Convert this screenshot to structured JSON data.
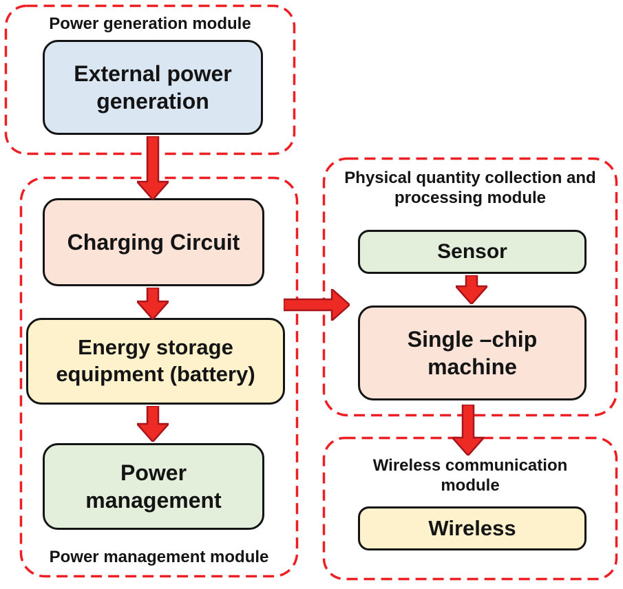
{
  "modules": {
    "power_generation": {
      "label": "Power generation module"
    },
    "power_management": {
      "label": "Power management module"
    },
    "physical_quantity": {
      "label": "Physical quantity collection and processing module"
    },
    "wireless_module": {
      "label": "Wireless communication module"
    }
  },
  "boxes": {
    "external_power": "External power generation",
    "charging_circuit": "Charging Circuit",
    "energy_storage": "Energy storage equipment (battery)",
    "power_management": "Power management",
    "sensor": "Sensor",
    "single_chip": "Single –chip machine",
    "wireless": "Wireless"
  },
  "colors": {
    "dashed_border": "#ec2024",
    "arrow_fill": "#ee2a24",
    "arrow_outline": "#a8151a",
    "box_border": "#141414",
    "box_blue": "#dbe6f3",
    "box_peach": "#fbe3d8",
    "box_yellow": "#fdf2cc",
    "box_green": "#e3efda",
    "background": "#ffffff"
  }
}
